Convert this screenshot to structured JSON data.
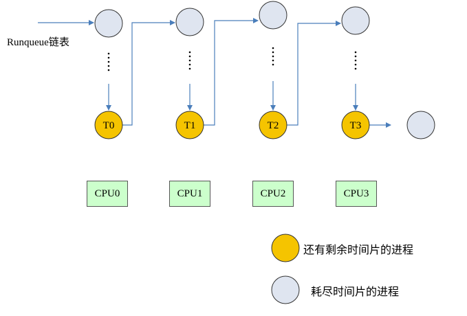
{
  "runqueue_label": "Runqueue链表",
  "tasks": [
    "T0",
    "T1",
    "T2",
    "T3"
  ],
  "cpus": [
    "CPU0",
    "CPU1",
    "CPU2",
    "CPU3"
  ],
  "legend": {
    "remaining": "还有剩余时间片的进程",
    "exhausted": "耗尽时间片的进程"
  },
  "colors": {
    "arrow": "#4a7ebb",
    "active_fill": "#f5c400",
    "active_stroke": "#333333",
    "idle_fill": "#dfe5f0",
    "idle_stroke": "#333333",
    "cpu_fill": "#ccffcc",
    "dots": "#000000"
  }
}
